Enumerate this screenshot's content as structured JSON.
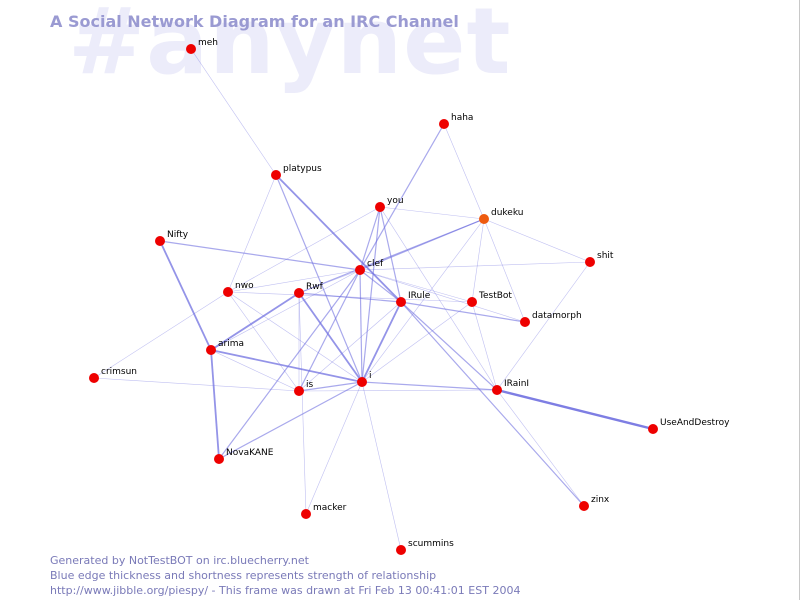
{
  "watermark": "#anynet",
  "title": "A Social Network Diagram for an IRC Channel",
  "footer": {
    "line1": "Generated by NotTestBOT on irc.bluecherry.net",
    "line2": "Blue edge thickness and shortness represents strength of relationship",
    "line3": "http://www.jibble.org/piespy/ - This frame was drawn at Fri Feb 13 00:41:01 EST 2004"
  },
  "colors": {
    "node": "#ee0000",
    "node_hot": "#ee5a10",
    "edge": "#7070e0",
    "title": "#9a9ad2",
    "watermark": "#ececfa"
  },
  "nodes": [
    {
      "id": "meh",
      "label": "meh"
    },
    {
      "id": "haha",
      "label": "haha"
    },
    {
      "id": "platypus",
      "label": "platypus"
    },
    {
      "id": "you",
      "label": "you"
    },
    {
      "id": "dukeku",
      "label": "dukeku"
    },
    {
      "id": "Nifty",
      "label": "Nifty"
    },
    {
      "id": "shit",
      "label": "shit"
    },
    {
      "id": "clef",
      "label": "clef"
    },
    {
      "id": "nwo",
      "label": "nwo"
    },
    {
      "id": "Rwf",
      "label": "Rwf"
    },
    {
      "id": "IRule",
      "label": "IRule"
    },
    {
      "id": "TestBot",
      "label": "TestBot"
    },
    {
      "id": "datamorph",
      "label": "datamorph"
    },
    {
      "id": "arima",
      "label": "arima"
    },
    {
      "id": "crimsun",
      "label": "crimsun"
    },
    {
      "id": "i",
      "label": "i"
    },
    {
      "id": "is",
      "label": "is"
    },
    {
      "id": "IRainI",
      "label": "IRainI"
    },
    {
      "id": "UseAndDestroy",
      "label": "UseAndDestroy"
    },
    {
      "id": "NovaKANE",
      "label": "NovaKANE"
    },
    {
      "id": "zinx",
      "label": "zinx"
    },
    {
      "id": "macker",
      "label": "macker"
    },
    {
      "id": "scummins",
      "label": "scummins"
    }
  ],
  "edges": [
    {
      "a": "meh",
      "b": "platypus",
      "weight": 1
    },
    {
      "a": "platypus",
      "b": "nwo",
      "weight": 1
    },
    {
      "a": "platypus",
      "b": "IRule",
      "weight": 3
    },
    {
      "a": "platypus",
      "b": "i",
      "weight": 2
    },
    {
      "a": "haha",
      "b": "dukeku",
      "weight": 1
    },
    {
      "a": "haha",
      "b": "clef",
      "weight": 2
    },
    {
      "a": "you",
      "b": "dukeku",
      "weight": 1
    },
    {
      "a": "you",
      "b": "clef",
      "weight": 2
    },
    {
      "a": "you",
      "b": "IRule",
      "weight": 2
    },
    {
      "a": "you",
      "b": "i",
      "weight": 2
    },
    {
      "a": "you",
      "b": "nwo",
      "weight": 1
    },
    {
      "a": "you",
      "b": "IRainI",
      "weight": 1
    },
    {
      "a": "dukeku",
      "b": "clef",
      "weight": 2
    },
    {
      "a": "dukeku",
      "b": "shit",
      "weight": 1
    },
    {
      "a": "dukeku",
      "b": "TestBot",
      "weight": 1
    },
    {
      "a": "dukeku",
      "b": "datamorph",
      "weight": 1
    },
    {
      "a": "dukeku",
      "b": "Rwf",
      "weight": 2
    },
    {
      "a": "dukeku",
      "b": "i",
      "weight": 1
    },
    {
      "a": "Nifty",
      "b": "clef",
      "weight": 2
    },
    {
      "a": "Nifty",
      "b": "arima",
      "weight": 3
    },
    {
      "a": "shit",
      "b": "clef",
      "weight": 1
    },
    {
      "a": "shit",
      "b": "IRainI",
      "weight": 1
    },
    {
      "a": "clef",
      "b": "nwo",
      "weight": 1
    },
    {
      "a": "clef",
      "b": "Rwf",
      "weight": 1
    },
    {
      "a": "clef",
      "b": "IRule",
      "weight": 2
    },
    {
      "a": "clef",
      "b": "TestBot",
      "weight": 1
    },
    {
      "a": "clef",
      "b": "i",
      "weight": 2
    },
    {
      "a": "clef",
      "b": "is",
      "weight": 2
    },
    {
      "a": "clef",
      "b": "arima",
      "weight": 1
    },
    {
      "a": "clef",
      "b": "NovaKANE",
      "weight": 2
    },
    {
      "a": "clef",
      "b": "datamorph",
      "weight": 1
    },
    {
      "a": "nwo",
      "b": "TestBot",
      "weight": 1
    },
    {
      "a": "nwo",
      "b": "is",
      "weight": 1
    },
    {
      "a": "nwo",
      "b": "crimsun",
      "weight": 1
    },
    {
      "a": "nwo",
      "b": "i",
      "weight": 1
    },
    {
      "a": "Rwf",
      "b": "IRule",
      "weight": 2
    },
    {
      "a": "Rwf",
      "b": "i",
      "weight": 3
    },
    {
      "a": "Rwf",
      "b": "arima",
      "weight": 3
    },
    {
      "a": "Rwf",
      "b": "is",
      "weight": 1
    },
    {
      "a": "Rwf",
      "b": "macker",
      "weight": 1
    },
    {
      "a": "IRule",
      "b": "i",
      "weight": 3
    },
    {
      "a": "IRule",
      "b": "IRainI",
      "weight": 2
    },
    {
      "a": "IRule",
      "b": "datamorph",
      "weight": 2
    },
    {
      "a": "IRule",
      "b": "is",
      "weight": 1
    },
    {
      "a": "IRule",
      "b": "zinx",
      "weight": 2
    },
    {
      "a": "TestBot",
      "b": "IRainI",
      "weight": 1
    },
    {
      "a": "TestBot",
      "b": "i",
      "weight": 1
    },
    {
      "a": "arima",
      "b": "i",
      "weight": 3
    },
    {
      "a": "arima",
      "b": "is",
      "weight": 1
    },
    {
      "a": "arima",
      "b": "NovaKANE",
      "weight": 3
    },
    {
      "a": "crimsun",
      "b": "is",
      "weight": 1
    },
    {
      "a": "i",
      "b": "IRainI",
      "weight": 2
    },
    {
      "a": "i",
      "b": "NovaKANE",
      "weight": 2
    },
    {
      "a": "i",
      "b": "macker",
      "weight": 1
    },
    {
      "a": "i",
      "b": "scummins",
      "weight": 1
    },
    {
      "a": "i",
      "b": "is",
      "weight": 2
    },
    {
      "a": "is",
      "b": "IRainI",
      "weight": 1
    },
    {
      "a": "IRainI",
      "b": "UseAndDestroy",
      "weight": 4
    },
    {
      "a": "IRainI",
      "b": "zinx",
      "weight": 1
    }
  ]
}
